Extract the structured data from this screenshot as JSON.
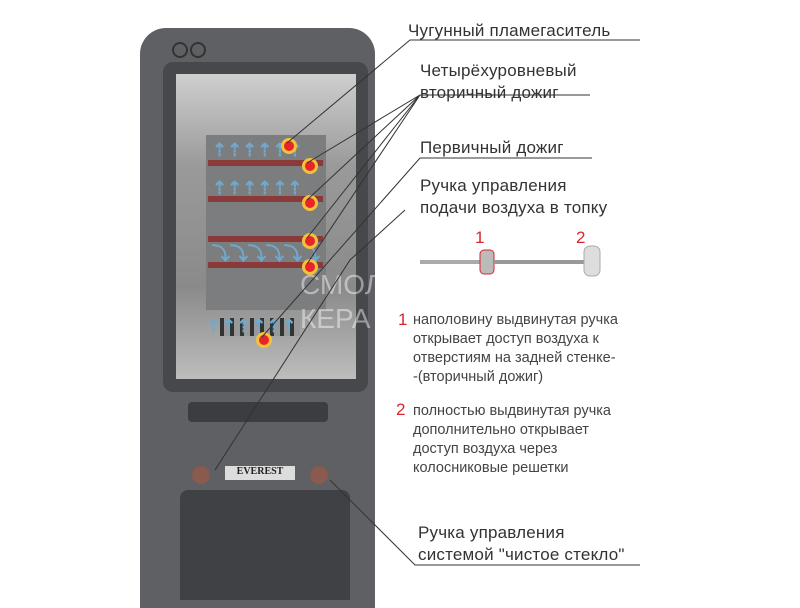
{
  "labels": {
    "flame_baffle": "Чугунный пламегаситель",
    "secondary_burn_1": "Четырёхуровневый",
    "secondary_burn_2": "вторичный дожиг",
    "primary_burn": "Первичный дожиг",
    "air_handle_1": "Ручка управления",
    "air_handle_2": "подачи воздуха в топку",
    "clean_glass_1": "Ручка управления",
    "clean_glass_2": "системой \"чистое стекло\""
  },
  "handle_positions": {
    "pos1": "1",
    "pos2": "2"
  },
  "notes": [
    {
      "num": "1",
      "lines": [
        "наполовину выдвинутая ручка",
        "открывает доступ воздуха к",
        "отверстиям на задней стенке-",
        "-(вторичный дожиг)"
      ]
    },
    {
      "num": "2",
      "lines": [
        "полностью выдвинутая ручка",
        "дополнительно открывает",
        "доступ воздуха через",
        "колосниковые решетки"
      ]
    }
  ],
  "brand": "EVEREST",
  "watermark": [
    "СМОЛ",
    "КЕРА"
  ],
  "colors": {
    "accent": "#d8262e",
    "body": "#5b5d60",
    "airflow": "#6fa9cc"
  }
}
